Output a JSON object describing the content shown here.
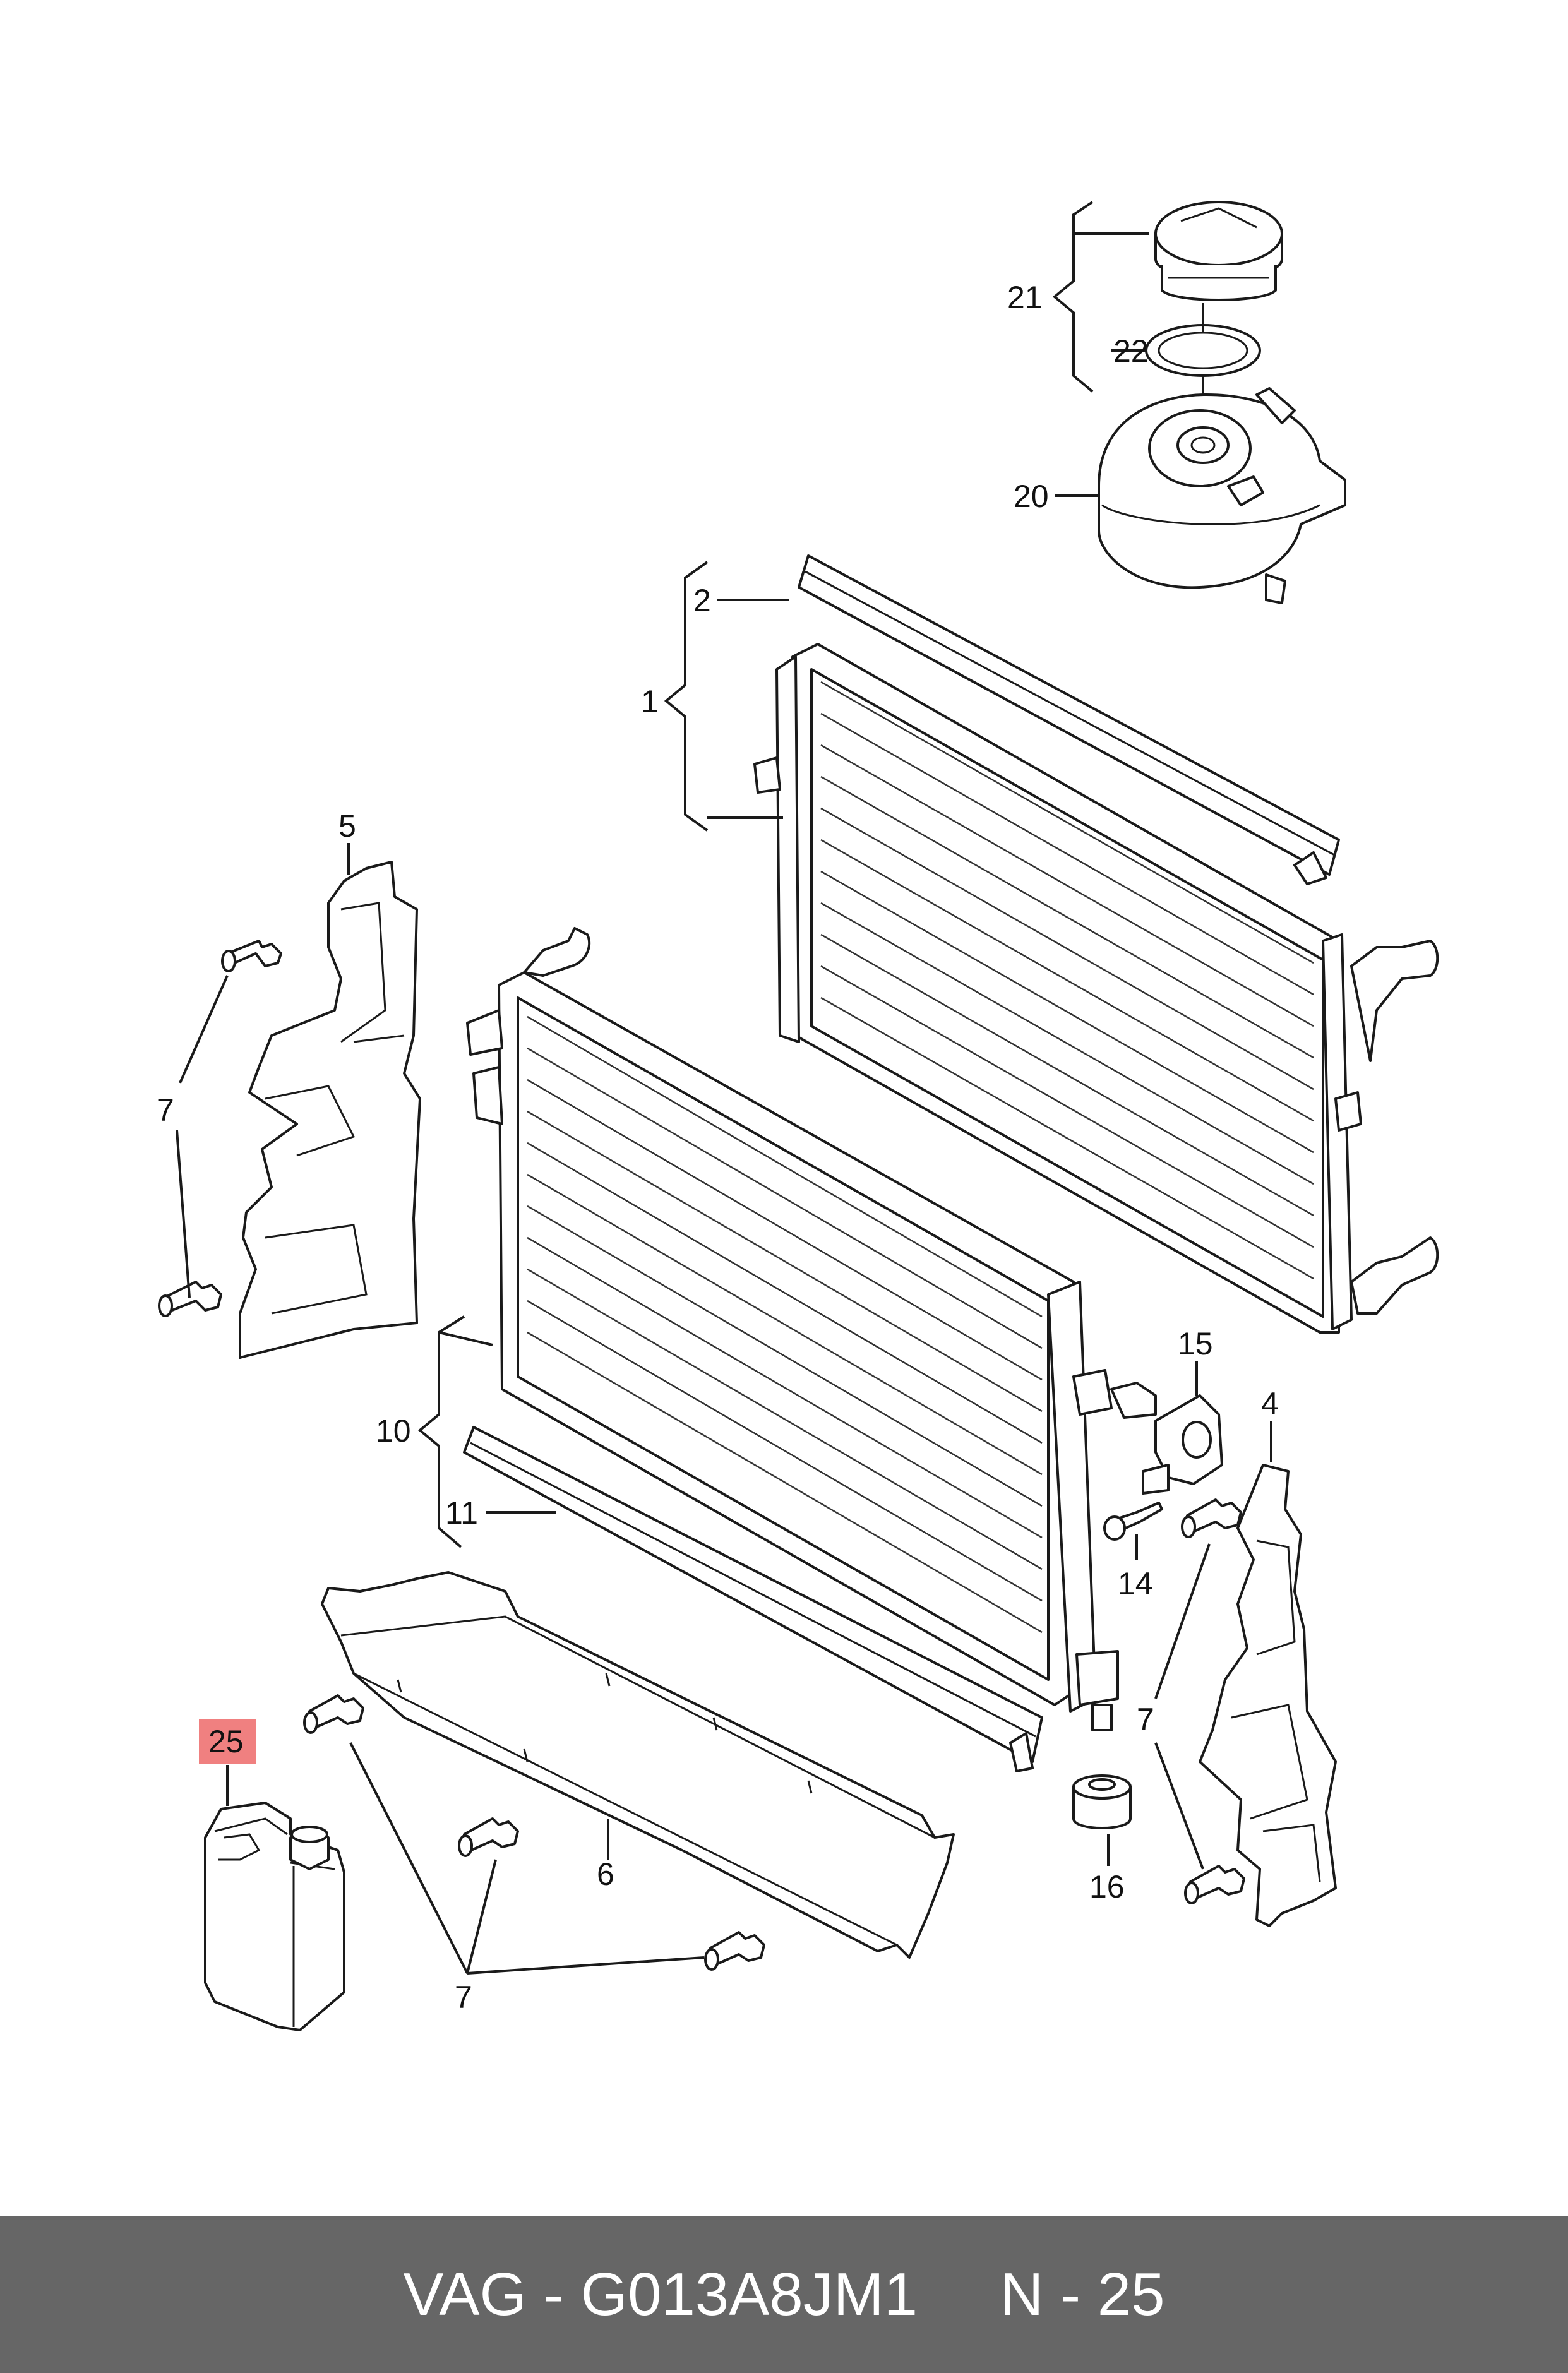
{
  "labels": {
    "l1": "1",
    "l2": "2",
    "l4": "4",
    "l5": "5",
    "l6": "6",
    "l7a": "7",
    "l7b": "7",
    "l7c": "7",
    "l10": "10",
    "l11": "11",
    "l14": "14",
    "l15": "15",
    "l16": "16",
    "l20": "20",
    "l21": "21",
    "l22": "22",
    "l25": "25"
  },
  "highlight_color": "#f08080",
  "footer": {
    "part_number": "VAG - G013A8JM1",
    "position": "N - 25"
  }
}
